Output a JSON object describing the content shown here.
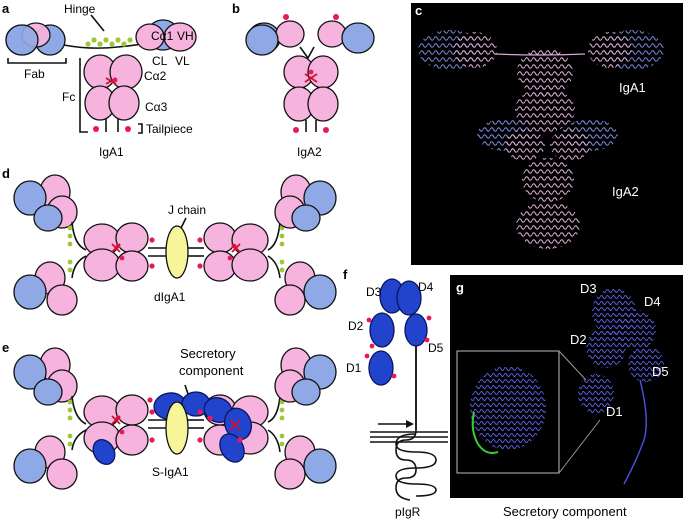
{
  "panels": {
    "a": {
      "letter": "a",
      "hinge": "Hinge",
      "fab": "Fab",
      "fc": "Fc",
      "ca1": "Cα1",
      "vh": "VH",
      "cl": "CL",
      "vl": "VL",
      "ca2": "Cα2",
      "ca3": "Cα3",
      "tailpiece": "Tailpiece",
      "name": "IgA1"
    },
    "b": {
      "letter": "b",
      "name": "IgA2"
    },
    "c": {
      "letter": "c",
      "iga1": "IgA1",
      "iga2": "IgA2"
    },
    "d": {
      "letter": "d",
      "jchain": "J chain",
      "name": "dIgA1"
    },
    "e": {
      "letter": "e",
      "sc_line1": "Secretory",
      "sc_line2": "component",
      "name": "S-IgA1"
    },
    "f": {
      "letter": "f",
      "d1": "D1",
      "d2": "D2",
      "d3": "D3",
      "d4": "D4",
      "d5": "D5",
      "name": "pIgR"
    },
    "g": {
      "letter": "g",
      "d1": "D1",
      "d2": "D2",
      "d3": "D3",
      "d4": "D4",
      "d5": "D5",
      "caption": "Secretory component"
    }
  },
  "colors": {
    "heavy_chain": "#f5b3dd",
    "light_chain": "#8fa9e6",
    "secretory_component": "#2244cc",
    "j_chain": "#f6f59a",
    "hinge_glycans": "#9cc93a",
    "n_glycans": "#e8195a",
    "disulfide": "#d11030",
    "structure_panel_bg": "#000000"
  }
}
